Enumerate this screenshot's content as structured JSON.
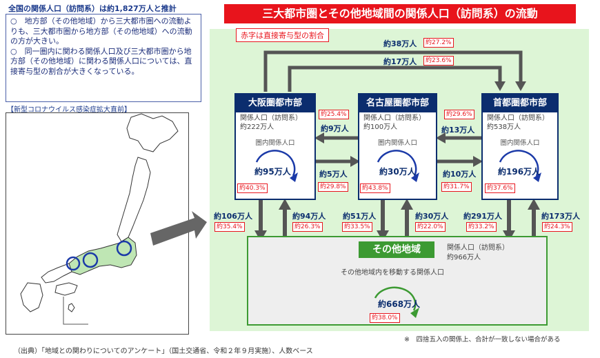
{
  "left": {
    "heading": "全国の関係人口（訪問系）は約1,827万人と推計",
    "bullets": [
      "○　地方部（その他地域）から三大都市圏への流動よりも、三大都市圏から地方部（その他地域）への流動の方が大きい。",
      "○　同一圏内に関わる関係人口及び三大都市圏から地方部（その他地域）に関わる関係人口については、直接寄与型の割合が大きくなっている。"
    ],
    "caption": "【新型コロナウイルス感染症拡大直前】"
  },
  "title": "三大都市圏とその他地域間の関係人口（訪問系）の流動",
  "subtitle": "赤字は直接寄与型の割合",
  "cities": [
    {
      "name": "大阪圏都市部",
      "stat_label": "関係人口（訪問系）",
      "stat_value": "約222万人",
      "inner_label": "圏内関係人口",
      "inner_value": "約95万人",
      "inner_pct": "約40.3%"
    },
    {
      "name": "名古屋圏都市部",
      "stat_label": "関係人口（訪問系）",
      "stat_value": "約100万人",
      "inner_label": "圏内関係人口",
      "inner_value": "約30万人",
      "inner_pct": "約43.8%"
    },
    {
      "name": "首都圏都市部",
      "stat_label": "関係人口（訪問系）",
      "stat_value": "約538万人",
      "inner_label": "圏内関係人口",
      "inner_value": "約196万人",
      "inner_pct": "約37.6%"
    }
  ],
  "top_flows": [
    {
      "value": "約38万人",
      "pct": "約27.2%"
    },
    {
      "value": "約17万人",
      "pct": "約23.6%"
    }
  ],
  "mid_flows": {
    "osaka_nagoya_upper": {
      "pct": "約25.4%",
      "value": "約9万人"
    },
    "osaka_nagoya_lower": {
      "value": "約5万人",
      "pct": "約29.8%"
    },
    "nagoya_tokyo_upper": {
      "pct": "約29.6%",
      "value": "約13万人"
    },
    "nagoya_tokyo_lower": {
      "value": "約10万人",
      "pct": "約31.7%"
    }
  },
  "down_flows": [
    {
      "value": "約106万人",
      "pct": "約35.4%"
    },
    {
      "value": "約94万人",
      "pct": "約26.3%"
    },
    {
      "value": "約51万人",
      "pct": "約33.5%"
    },
    {
      "value": "約30万人",
      "pct": "約22.0%"
    },
    {
      "value": "約291万人",
      "pct": "約33.2%"
    },
    {
      "value": "約173万人",
      "pct": "約24.3%"
    }
  ],
  "other": {
    "title": "その他地域",
    "stat_label": "関係人口（訪問系）",
    "stat_value": "約966万人",
    "inner_label": "その他地域内を移動する関係人口",
    "inner_value": "約668万人",
    "inner_pct": "約38.0%"
  },
  "note": "※　四捨五入の関係上、合計が一致しない場合がある",
  "source": "（出典）「地域との関わりについてのアンケート」（国土交通省、令和２年９月実施）、人数ベース",
  "colors": {
    "navy": "#0b2d6e",
    "red": "#e8141c",
    "green": "#3c9a32",
    "arrow": "#555555",
    "map_green": "#bfe6b4"
  }
}
